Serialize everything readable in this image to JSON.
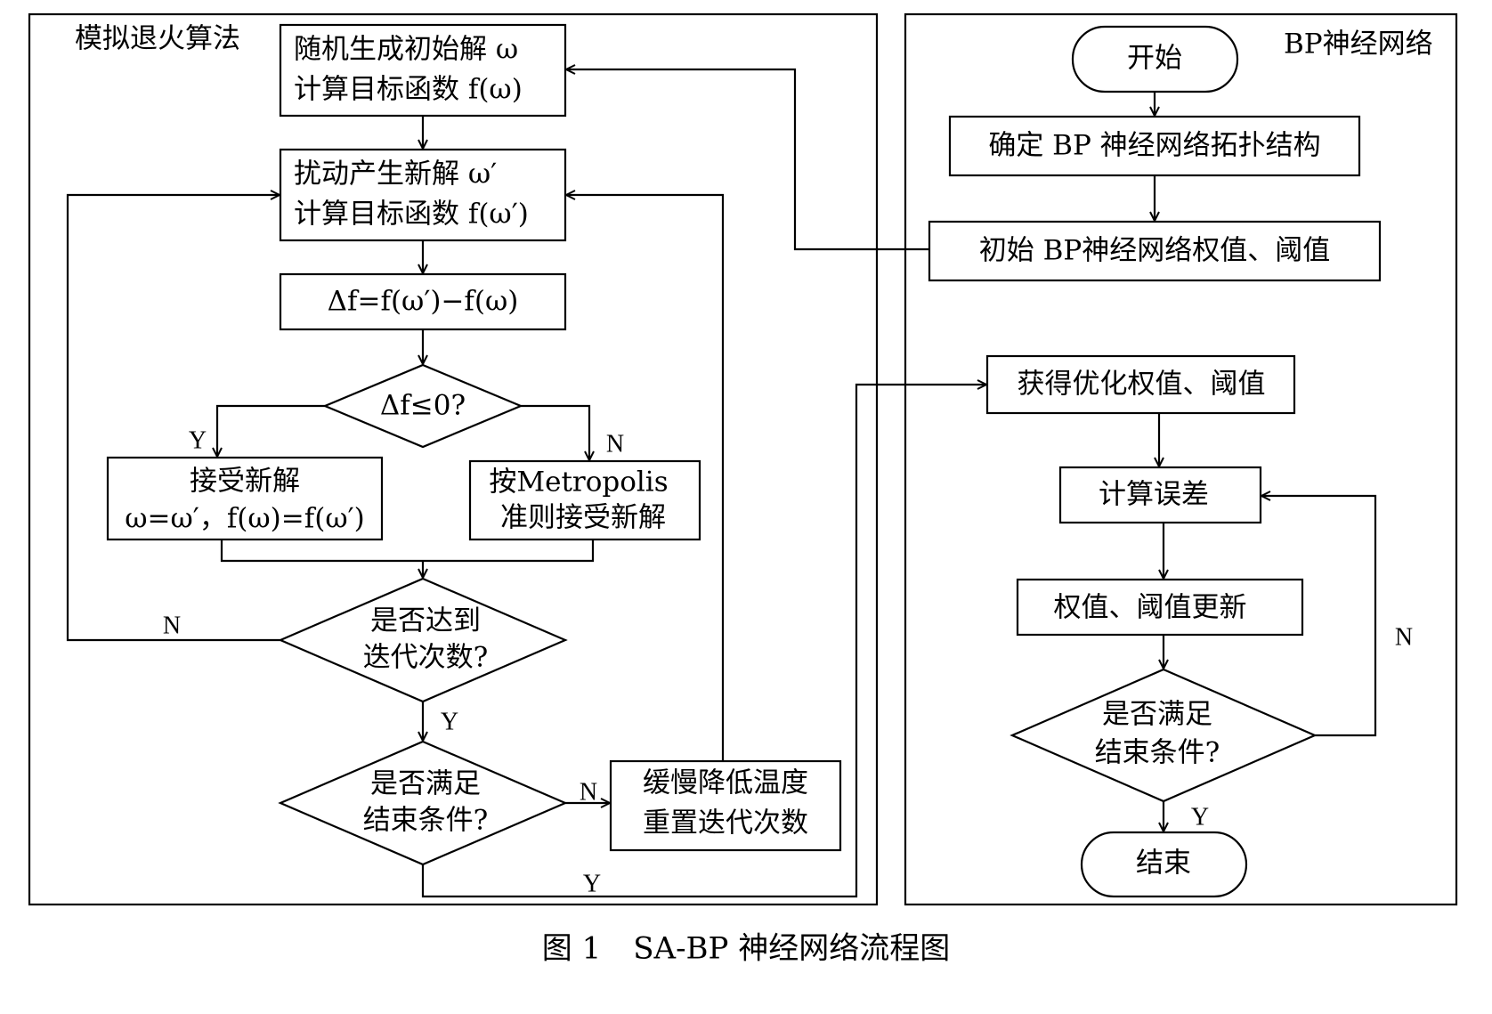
{
  "sections": {
    "sa": "模拟退火算法",
    "bp": "BP神经网络"
  },
  "sa_nodes": {
    "init_line1": "随机生成初始解 ω",
    "init_line2": "计算目标函数 f(ω)",
    "perturb_line1": "扰动产生新解 ω′",
    "perturb_line2": "计算目标函数 f(ω′)",
    "delta": "Δf=f(ω′)−f(ω)",
    "decision_delta": "Δf≤0?",
    "accept_line1": "接受新解",
    "accept_line2": "ω=ω′，f(ω)=f(ω′)",
    "metropolis_line1": "按Metropolis",
    "metropolis_line2": "准则接受新解",
    "decision_iter_line1": "是否达到",
    "decision_iter_line2": "迭代次数?",
    "decision_end_line1": "是否满足",
    "decision_end_line2": "结束条件?",
    "cool_line1": "缓慢降低温度",
    "cool_line2": "重置迭代次数"
  },
  "bp_nodes": {
    "start": "开始",
    "topology": "确定 BP 神经网络拓扑结构",
    "init_weights": "初始 BP神经网络权值、阈值",
    "optimized": "获得优化权值、阈值",
    "error": "计算误差",
    "update": "权值、阈值更新",
    "decision_end_line1": "是否满足",
    "decision_end_line2": "结束条件?",
    "end": "结束"
  },
  "edge_labels": {
    "delta_yes": "Y",
    "delta_no": "N",
    "iter_no": "N",
    "iter_yes": "Y",
    "end_no": "N",
    "end_yes": "Y",
    "bp_end_no": "N",
    "bp_end_yes": "Y"
  },
  "caption": {
    "number": "图 1",
    "title": "SA-BP 神经网络流程图"
  }
}
